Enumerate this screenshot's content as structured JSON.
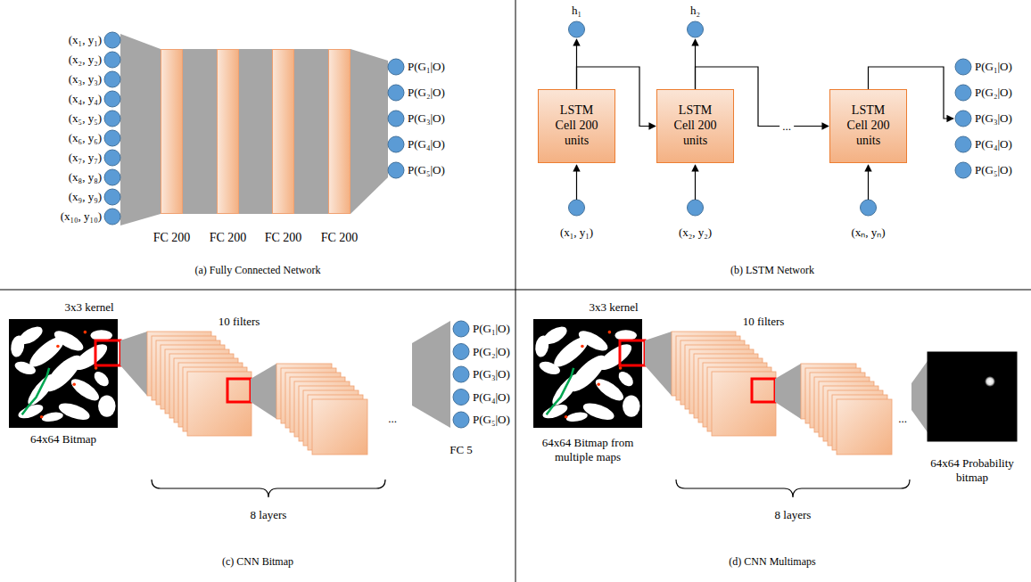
{
  "diagram": {
    "nodes": [
      {
        "text": [
          "FC 200"
        ]
      },
      {
        "text": [
          "FC 200"
        ]
      },
      {
        "text": [
          "FC 200"
        ]
      },
      {
        "text": [
          "FC 200"
        ]
      },
      {
        "text": [
          "LSTM Cell 200 units"
        ]
      },
      {
        "text": [
          "LSTM Cell 200 units"
        ]
      },
      {
        "text": [
          "LSTM Cell 200 units"
        ]
      }
    ],
    "edges": [
      {
        "from": 4,
        "to": 5,
        "arrow": "to"
      },
      {
        "from": 5,
        "to": 6,
        "arrow": "to"
      }
    ],
    "labels": [
      "(x₁, y₁)",
      "(x₂, y₂)",
      "(x₃, y₃)",
      "(x₄, y₄)",
      "(x₅, y₅)",
      "(x₆, y₆)",
      "(x₇, y₇)",
      "(x₈, y₈)",
      "(x₉, y₉)",
      "(x₁₀, y₁₀)",
      "P(G₁|O)",
      "P(G₂|O)",
      "P(G₃|O)",
      "P(G₄|O)",
      "P(G₅|O)",
      "(a) Fully Connected Network",
      "h₁",
      "h₂",
      "...",
      "(x₁, y₁)",
      "(x₂, y₂)",
      "(xₙ, yₙ)",
      "P(G₁|O)",
      "P(G₂|O)",
      "P(G₃|O)",
      "P(G₄|O)",
      "P(G₅|O)",
      "(b) LSTM Network",
      "3x3 kernel",
      "10 filters",
      "64x64 Bitmap",
      "8 layers",
      "...",
      "P(G₁|O)",
      "P(G₂|O)",
      "P(G₃|O)",
      "P(G₄|O)",
      "P(G₅|O)",
      "FC 5",
      "(c) CNN Bitmap",
      "3x3 kernel",
      "10 filters",
      "64x64 Bitmap from multiple maps",
      "8 layers",
      "...",
      "64x64 Probability bitmap",
      "(d) CNN Multimaps"
    ]
  }
}
